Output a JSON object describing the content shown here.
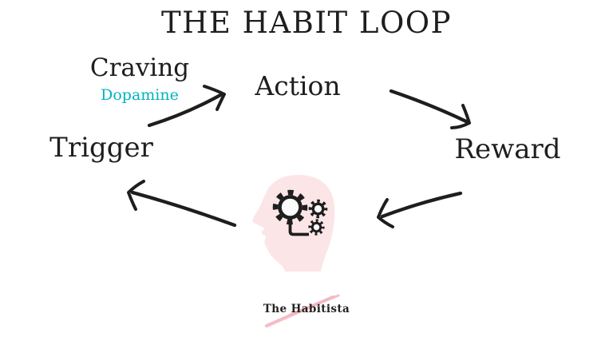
{
  "title": "THE HABIT LOOP",
  "loop": {
    "craving": {
      "label": "Craving",
      "sublabel": "Dopamine"
    },
    "action": {
      "label": "Action"
    },
    "reward": {
      "label": "Reward"
    },
    "trigger": {
      "label": "Trigger"
    }
  },
  "center_icon": "brain-gears-icon",
  "logo": {
    "text": "The Habitista"
  },
  "colors": {
    "ink": "#1e1e1e",
    "dopamine_teal": "#00b2c0",
    "head_pink": "#fce5e7",
    "gear_fill": "#fbfbfb",
    "swash_pink": "#f4b6c0",
    "background": "#ffffff"
  }
}
